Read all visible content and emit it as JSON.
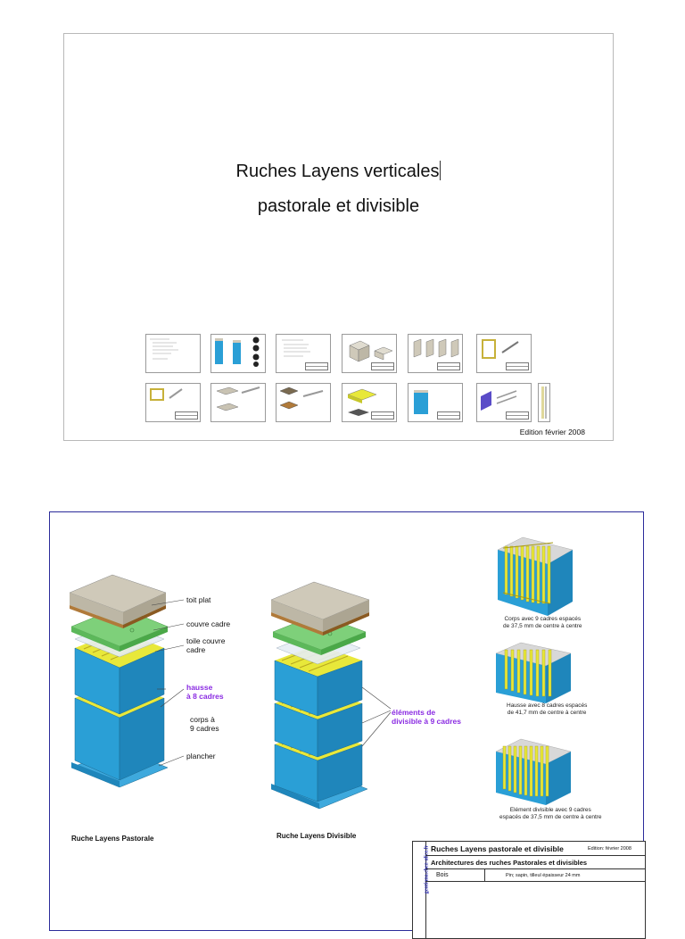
{
  "cover": {
    "title_line1": "Ruches Layens verticales",
    "title_line2": "pastorale et divisible",
    "edition": "Edition février 2008",
    "thumbnails_row1_count": 6,
    "thumbnails_row2_count": 7
  },
  "sheet": {
    "colors": {
      "blue": "#2a9fd6",
      "yellow": "#e8e83a",
      "green": "#7ed07a",
      "beige": "#cfc9b9",
      "brown": "#b07a3a",
      "purple": "#8a2be2",
      "frame": "#2b2b9a"
    },
    "labels": {
      "toit_plat": "toit plat",
      "couvre_cadre": "couvre cadre",
      "toile_line1": "toile couvre",
      "toile_line2": "cadre",
      "hausse_line1": "hausse",
      "hausse_line2": "à 8 cadres",
      "corps_line1": "corps à",
      "corps_line2": "9 cadres",
      "plancher": "plancher",
      "elements_line1": "éléments de",
      "elements_line2": "divisible à 9 cadres"
    },
    "captions": {
      "pastorale": "Ruche Layens Pastorale",
      "divisible": "Ruche Layens Divisible",
      "box1_line1": "Corps avec 9 cadres espacés",
      "box1_line2": "de 37,5 mm de centre à centre",
      "box2_line1": "Hausse avec 8 cadres espacés",
      "box2_line2": "de 41,7 mm de centre à centre",
      "box3_line1": "Elément divisible avec 9 cadres",
      "box3_line2": "espacés de 37,5 mm de centre à centre"
    },
    "title_block": {
      "title": "Ruches Layens pastorale et divisible",
      "date": "Edition: février 2008",
      "subtitle": "Architectures des ruches Pastorales et divisibles",
      "material_label": "Bois",
      "material_value": "Pin; sapin, tilleul épaisseur 24 mm",
      "site": "gentiana.chez-alice.fr"
    }
  }
}
